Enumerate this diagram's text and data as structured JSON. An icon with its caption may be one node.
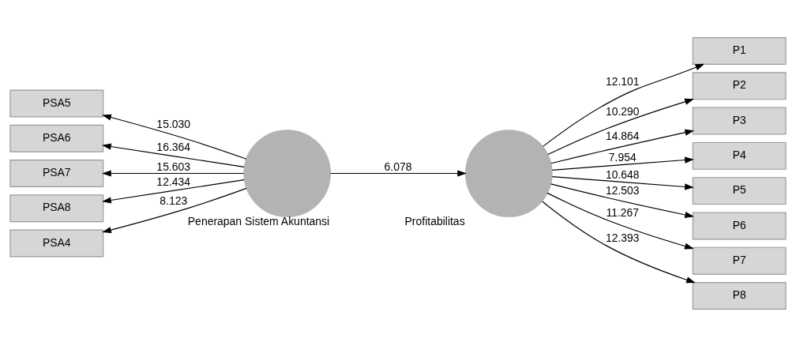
{
  "diagram": {
    "nodes": [
      {
        "text": [
          "PSA5"
        ]
      },
      {
        "text": [
          "PSA6"
        ]
      },
      {
        "text": [
          "PSA7"
        ]
      },
      {
        "text": [
          "PSA8"
        ]
      },
      {
        "text": [
          "PSA4"
        ]
      },
      {
        "text": [
          "Penerapan Sistem Akuntansi"
        ]
      },
      {
        "text": [
          "Profitabilitas"
        ]
      },
      {
        "text": [
          "P1"
        ]
      },
      {
        "text": [
          "P2"
        ]
      },
      {
        "text": [
          "P3"
        ]
      },
      {
        "text": [
          "P4"
        ]
      },
      {
        "text": [
          "P5"
        ]
      },
      {
        "text": [
          "P6"
        ]
      },
      {
        "text": [
          "P7"
        ]
      },
      {
        "text": [
          "P8"
        ]
      }
    ],
    "edges": [
      {
        "from": 5,
        "to": 0,
        "arrow": "to",
        "label": "15.030"
      },
      {
        "from": 5,
        "to": 1,
        "arrow": "to",
        "label": "16.364"
      },
      {
        "from": 5,
        "to": 2,
        "arrow": "to",
        "label": "15.603"
      },
      {
        "from": 5,
        "to": 3,
        "arrow": "to",
        "label": "12.434"
      },
      {
        "from": 5,
        "to": 4,
        "arrow": "to",
        "label": "8.123"
      },
      {
        "from": 5,
        "to": 6,
        "arrow": "to",
        "label": "6.078"
      },
      {
        "from": 6,
        "to": 7,
        "arrow": "to",
        "label": "12.101"
      },
      {
        "from": 6,
        "to": 8,
        "arrow": "to",
        "label": "10.290"
      },
      {
        "from": 6,
        "to": 9,
        "arrow": "to",
        "label": "14.864"
      },
      {
        "from": 6,
        "to": 10,
        "arrow": "to",
        "label": "7.954"
      },
      {
        "from": 6,
        "to": 11,
        "arrow": "to",
        "label": "10.648"
      },
      {
        "from": 6,
        "to": 12,
        "arrow": "to",
        "label": "12.503"
      },
      {
        "from": 6,
        "to": 13,
        "arrow": "to",
        "label": "11.267"
      },
      {
        "from": 6,
        "to": 14,
        "arrow": "to",
        "label": "12.393"
      }
    ]
  }
}
